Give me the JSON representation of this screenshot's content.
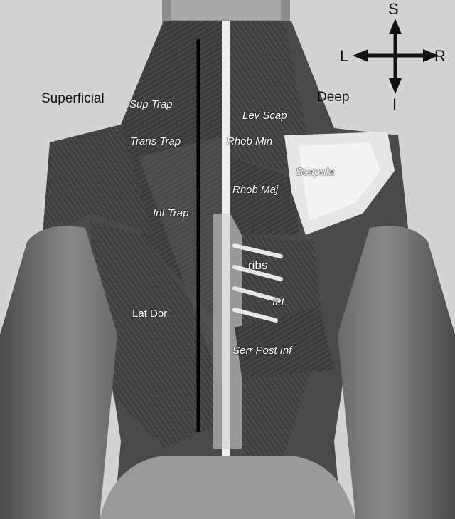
{
  "compass": {
    "superior": "S",
    "inferior": "I",
    "left": "L",
    "right": "R"
  },
  "sides": {
    "superficial": "Superficial",
    "deep": "Deep"
  },
  "labels": {
    "sup_trap": "Sup Trap",
    "trans_trap": "Trans Trap",
    "inf_trap": "Inf Trap",
    "lat_dor": "Lat Dor",
    "lev_scap": "Lev Scap",
    "rhob_min": "Rhob Min",
    "scapula": "Scapula",
    "rhob_maj": "Rhob Maj",
    "ribs": "ribs",
    "ill": "ILL",
    "serr_post_inf": "Serr Post Inf"
  },
  "colors": {
    "background": "#d3d3d3",
    "label_text": "#ffffff",
    "side_text": "#111111",
    "divider": "#000000"
  }
}
